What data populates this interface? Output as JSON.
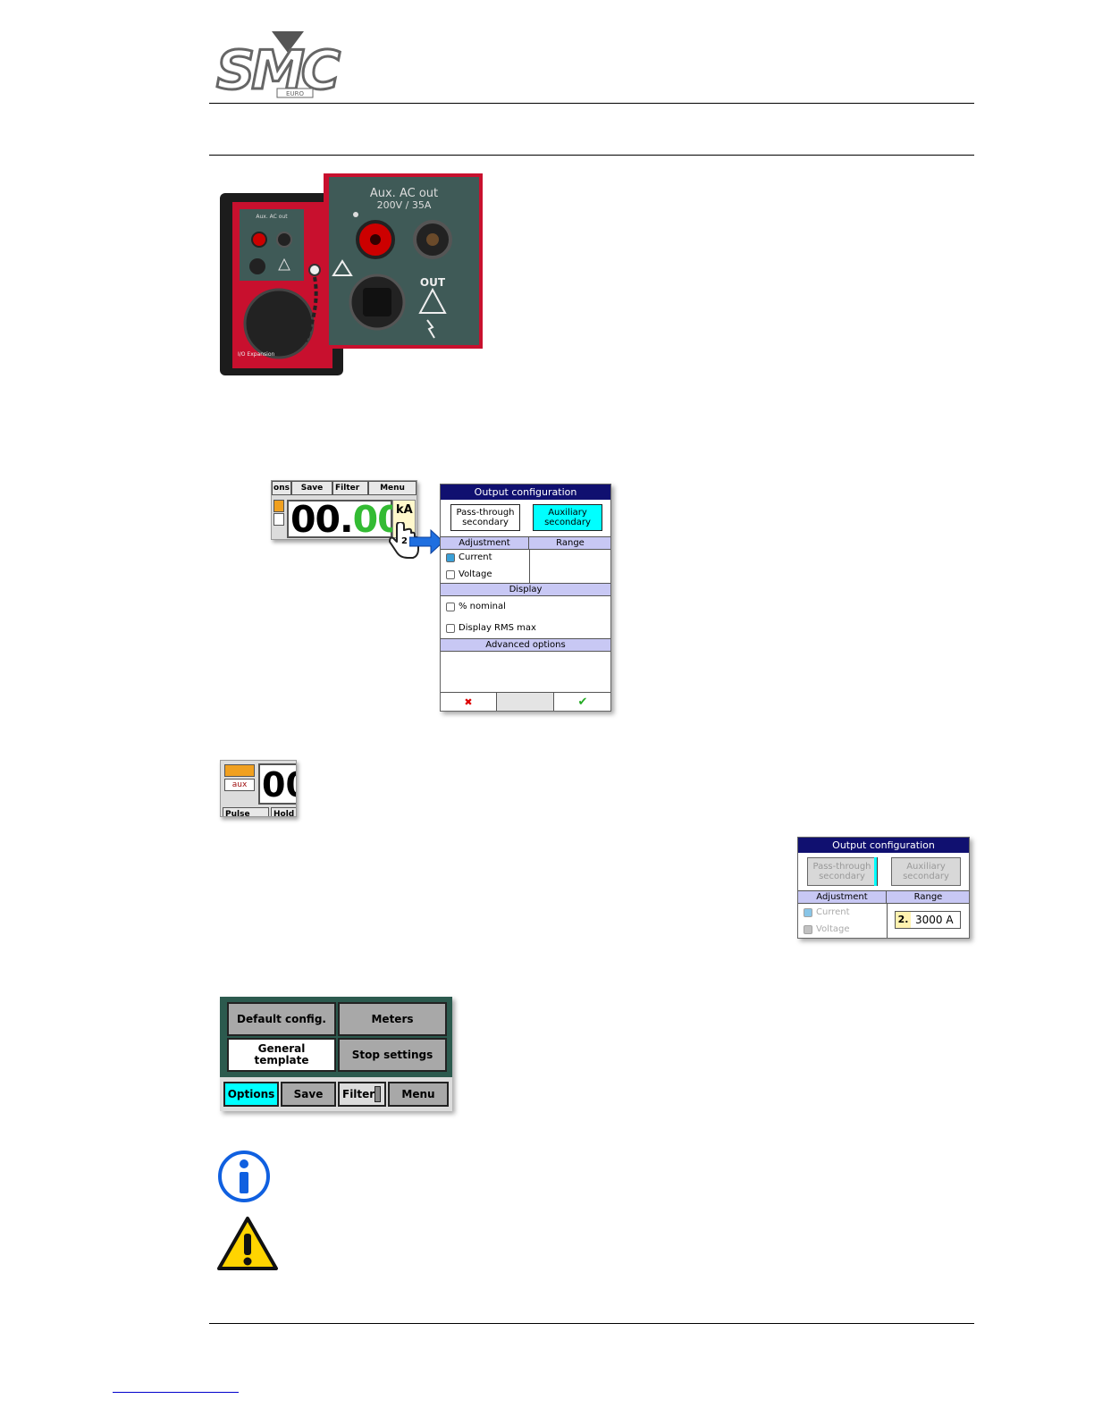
{
  "header": {
    "logo_text": "SMC",
    "logo_subtext": "EURO"
  },
  "device_photo": {
    "panel_label": "Aux. AC out",
    "panel_rating": "200V / 35A",
    "out_label": "OUT",
    "expansion_label": "I/O Expansion"
  },
  "screen_main": {
    "tabs": [
      "ons",
      "Save",
      "Filter",
      "Menu"
    ],
    "reading_black": "00.",
    "reading_green": "00",
    "unit": "kA",
    "cursor_badge": "2"
  },
  "dialog_full": {
    "title": "Output configuration",
    "btn_passthrough": "Pass-through secondary",
    "btn_auxiliary": "Auxiliary secondary",
    "col_adjustment": "Adjustment",
    "col_range": "Range",
    "opt_current": "Current",
    "opt_voltage": "Voltage",
    "section_display": "Display",
    "opt_nominal": "% nominal",
    "opt_rms": "Display RMS max",
    "section_advanced": "Advanced options",
    "cancel_symbol": "✖",
    "ok_symbol": "✔"
  },
  "aux_snippet": {
    "aux_label": "aux",
    "reading_partial": "00",
    "tab_pulse": "Pulse",
    "tab_hold": "Hold"
  },
  "dialog_small": {
    "title": "Output configuration",
    "btn_passthrough": "Pass-through secondary",
    "btn_auxiliary": "Auxiliary secondary",
    "col_adjustment": "Adjustment",
    "col_range": "Range",
    "opt_current": "Current",
    "opt_voltage": "Voltage",
    "range_index": "2.",
    "range_value": "3000 A"
  },
  "menu_screen": {
    "btn_default": "Default config.",
    "btn_meters": "Meters",
    "btn_general": "General template",
    "btn_stop": "Stop settings",
    "tab_options": "Options",
    "tab_save": "Save",
    "tab_filter": "Filter",
    "tab_menu": "Menu"
  },
  "colors": {
    "accent_cyan": "#00ffff",
    "title_navy": "#101070",
    "section_lavender": "#c8c8f4",
    "device_red": "#c8102e",
    "info_blue": "#1060e0",
    "warning_yellow": "#ffd400"
  },
  "icons": [
    "info-icon",
    "warning-icon",
    "hand-cursor-icon",
    "arrow-right-icon",
    "cancel-icon",
    "ok-check-icon"
  ]
}
